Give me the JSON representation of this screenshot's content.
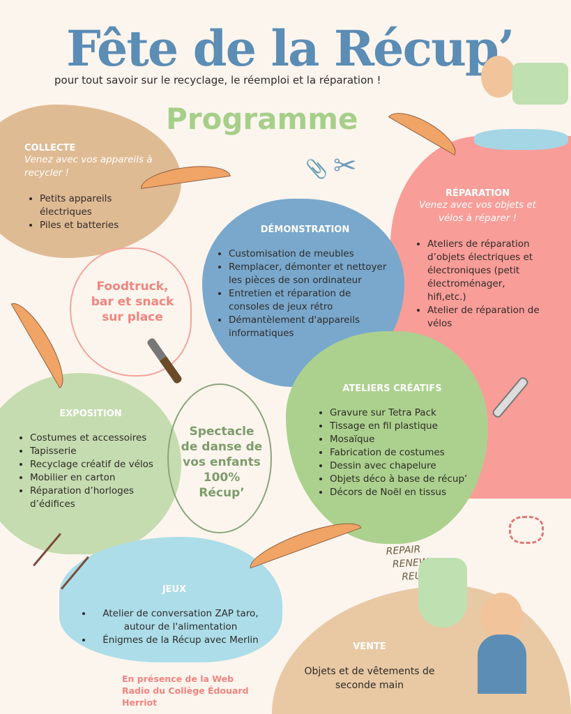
{
  "title": "Fête de la Récup’",
  "subtitle": "pour tout savoir sur le recyclage, le réemploi et la réparation !",
  "programme": "Programme",
  "collecte": {
    "heading": "COLLECTE",
    "tagline": "Venez avec vos appareils à recycler !",
    "items": [
      "Petits appareils électriques",
      "Piles et batteries"
    ]
  },
  "demonstration": {
    "heading": "DÉMONSTRATION",
    "items": [
      "Customisation de meubles",
      "Remplacer, démonter et nettoyer les pièces de son ordinateur",
      "Entretien et réparation de consoles de jeux rétro",
      "Démantèlement d'appareils informatiques"
    ]
  },
  "reparation": {
    "heading": "RÉPARATION",
    "tagline": "Venez avec vos objets et vélos à réparer !",
    "items": [
      "Ateliers de réparation d’objets électriques et électroniques (petit électroménager, hifi,etc.)",
      "Atelier de réparation de vélos"
    ]
  },
  "foodtruck": "Foodtruck, bar et snack sur place",
  "ateliers": {
    "heading": "ATELIERS CRÉATIFS",
    "items": [
      "Gravure sur Tetra Pack",
      "Tissage en fil plastique",
      "Mosaïque",
      "Fabrication de costumes",
      "Dessin avec chapelure",
      "Objets déco à base de récup’",
      "Décors de Noël en tissus"
    ]
  },
  "exposition": {
    "heading": "EXPOSITION",
    "items": [
      "Costumes et accessoires",
      "Tapisserie",
      "Recyclage créatif de vélos",
      "Mobilier en carton",
      "Réparation d’horloges d’édifices"
    ]
  },
  "spectacle": "Spectacle de danse de vos enfants 100% Récup’",
  "jeux": {
    "heading": "JEUX",
    "items": [
      "Atelier de conversation ZAP taro, autour de l'alimentation",
      "Énigmes de la Récup avec Merlin"
    ]
  },
  "webradio": "En présence de la Web Radio du Collège Édouard Herriot",
  "vente": {
    "heading": "VENTE",
    "text": "Objets et de vêtements de seconde main"
  },
  "repair_words": [
    "REPAIR",
    "RENEW",
    "REUSE"
  ]
}
